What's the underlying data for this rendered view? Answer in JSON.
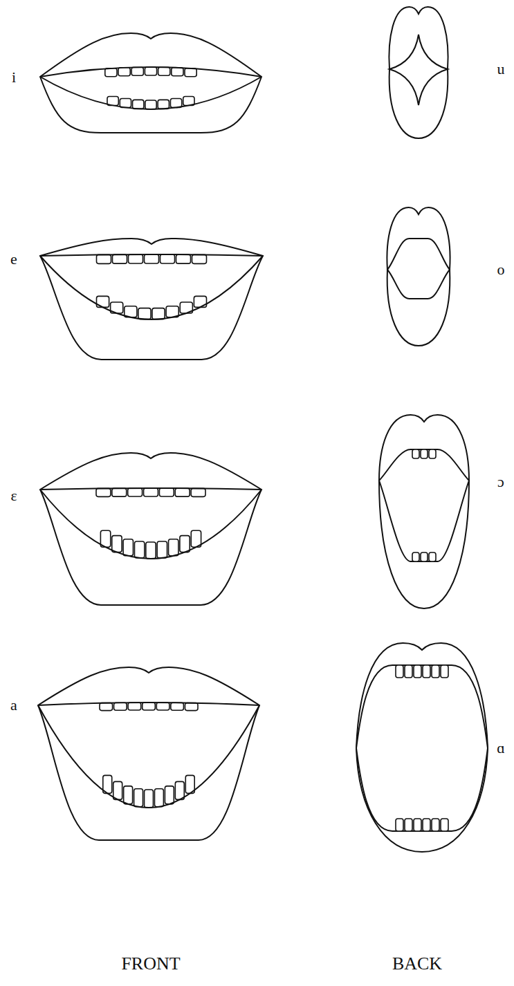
{
  "diagram": {
    "labels": [
      "i",
      "u",
      "e",
      "o",
      "ɛ",
      "ɔ",
      "a",
      "ɑ",
      "FRONT",
      "BACK"
    ]
  }
}
